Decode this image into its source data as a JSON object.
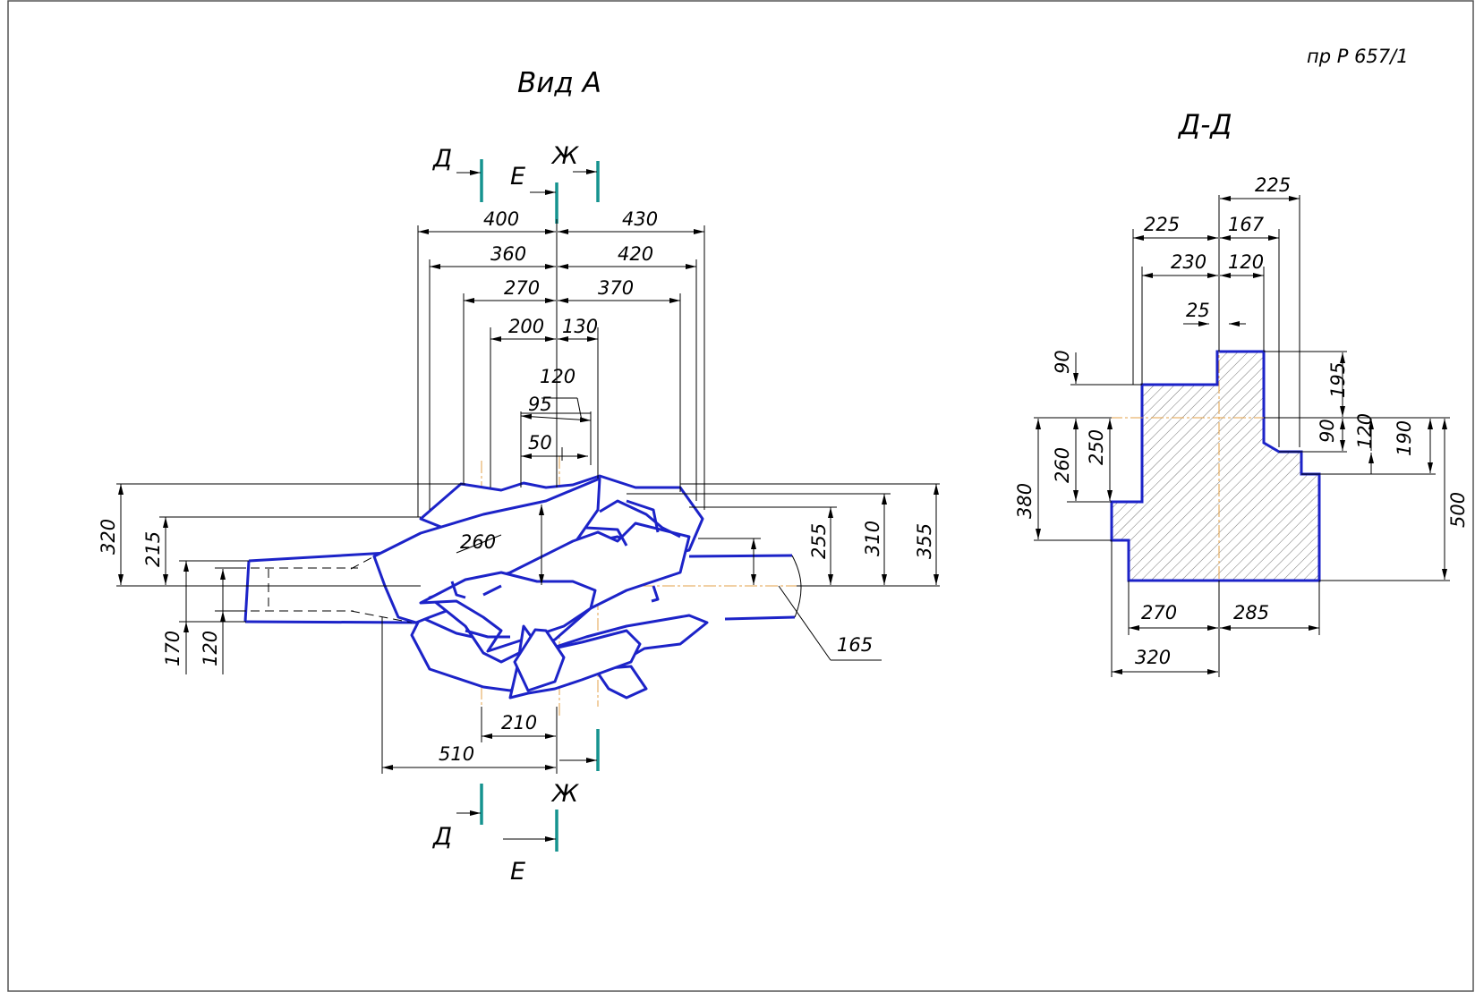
{
  "sheet": {
    "doc_code": "пр Р 657/1"
  },
  "view_a": {
    "title": "Вид А",
    "cut_labels": {
      "d_top": "Д",
      "e_top": "Е",
      "zh_top": "Ж",
      "d_bottom": "Д",
      "e_bottom": "Е",
      "zh_bottom": "Ж"
    },
    "dims": {
      "h400": "400",
      "h430": "430",
      "h360": "360",
      "h420": "420",
      "h270": "270",
      "h370": "370",
      "h200": "200",
      "h130": "130",
      "h120": "120",
      "h95": "95",
      "h50": "50",
      "h210": "210",
      "h510": "510",
      "v320": "320",
      "v215": "215",
      "v170": "170",
      "v120": "120",
      "v260": "260",
      "v255": "255",
      "v310": "310",
      "v355": "355",
      "leader165": "165"
    }
  },
  "section_dd": {
    "title": "Д-Д",
    "dims": {
      "top225": "225",
      "left225": "225",
      "r167": "167",
      "l230": "230",
      "r120": "120",
      "c25": "25",
      "v90l": "90",
      "v260": "260",
      "v250": "250",
      "v380": "380",
      "v195": "195",
      "v90r": "90",
      "v120r": "120",
      "v190": "190",
      "v500": "500",
      "b270": "270",
      "b285": "285",
      "b320": "320"
    }
  },
  "colors": {
    "outline": "#1c23c8",
    "cut_line": "#15938f",
    "axis_line": "#e3a24a"
  }
}
